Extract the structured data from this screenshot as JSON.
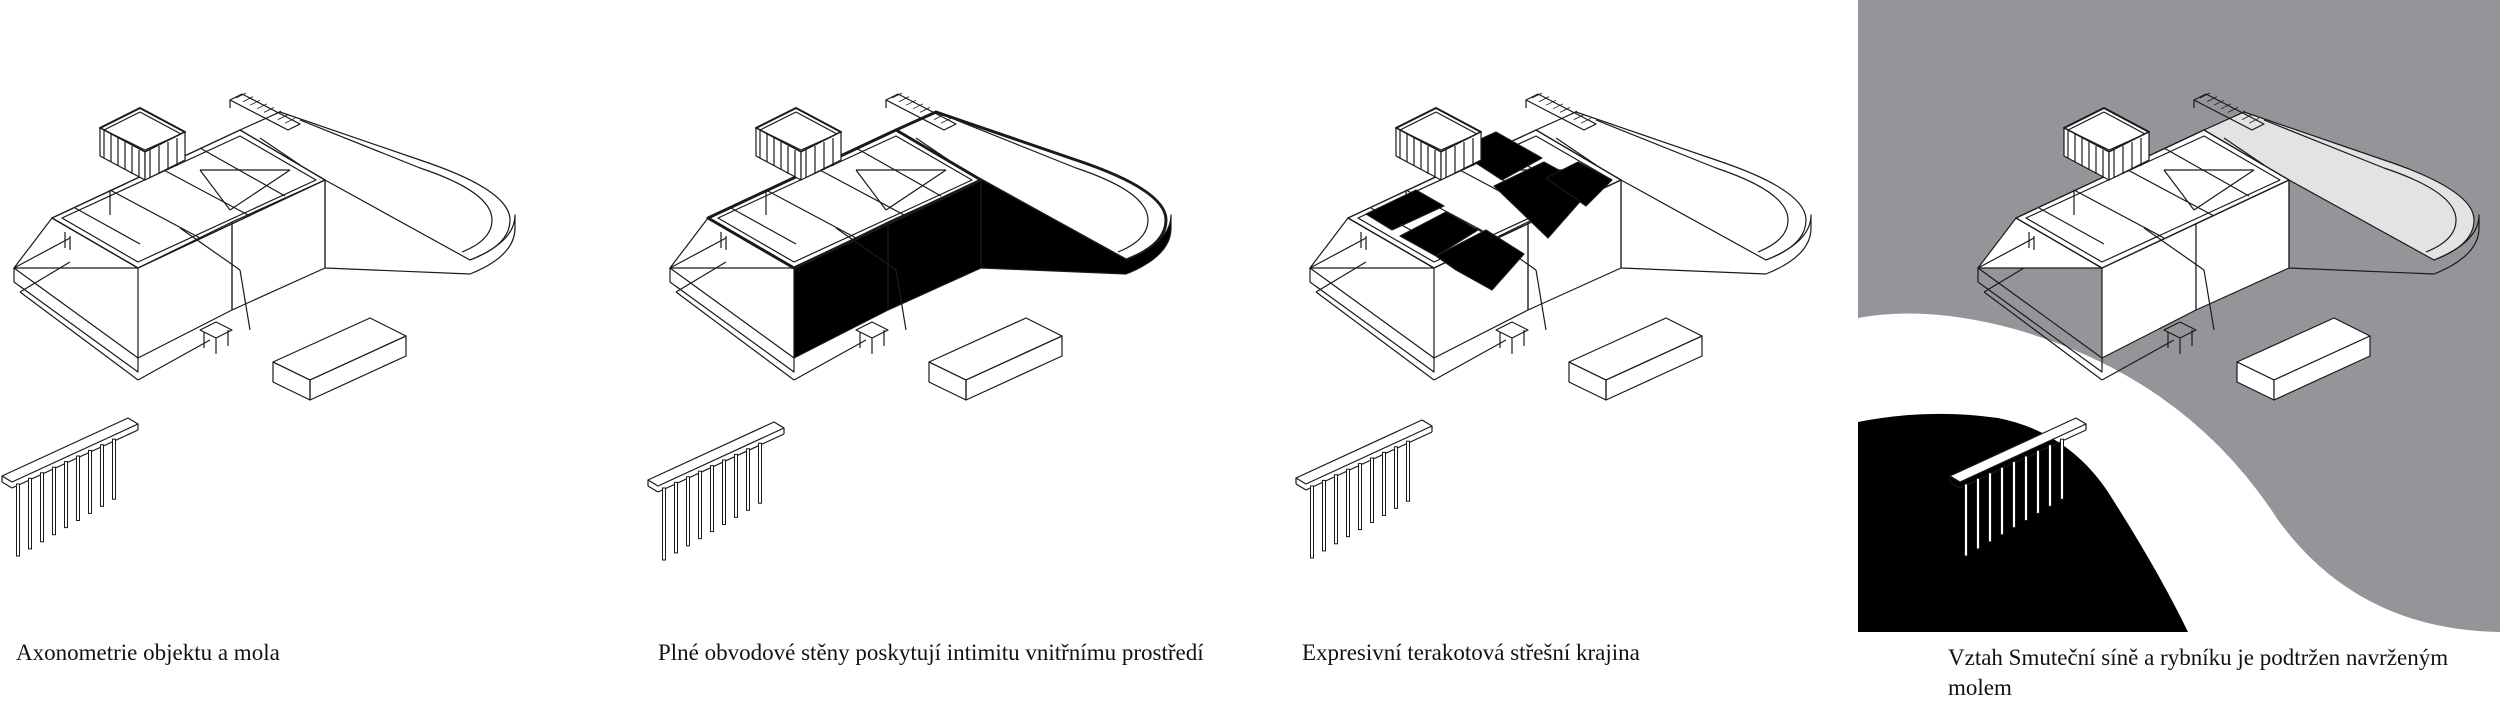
{
  "panels": [
    {
      "caption": "Axonometrie objektu a mola"
    },
    {
      "caption": "Plné obvodové stěny poskytují intimitu vnitřnímu prostředí"
    },
    {
      "caption": "Expresivní terakotová střešní krajina"
    },
    {
      "caption": "Vztah Smuteční síně a rybníku je podtržen navrženým molem"
    }
  ],
  "colors": {
    "line": "#1a1a1a",
    "fill_solid": "#000000",
    "fill_site": "#939598",
    "fill_light": "#e3e3e3",
    "background": "#ffffff"
  }
}
